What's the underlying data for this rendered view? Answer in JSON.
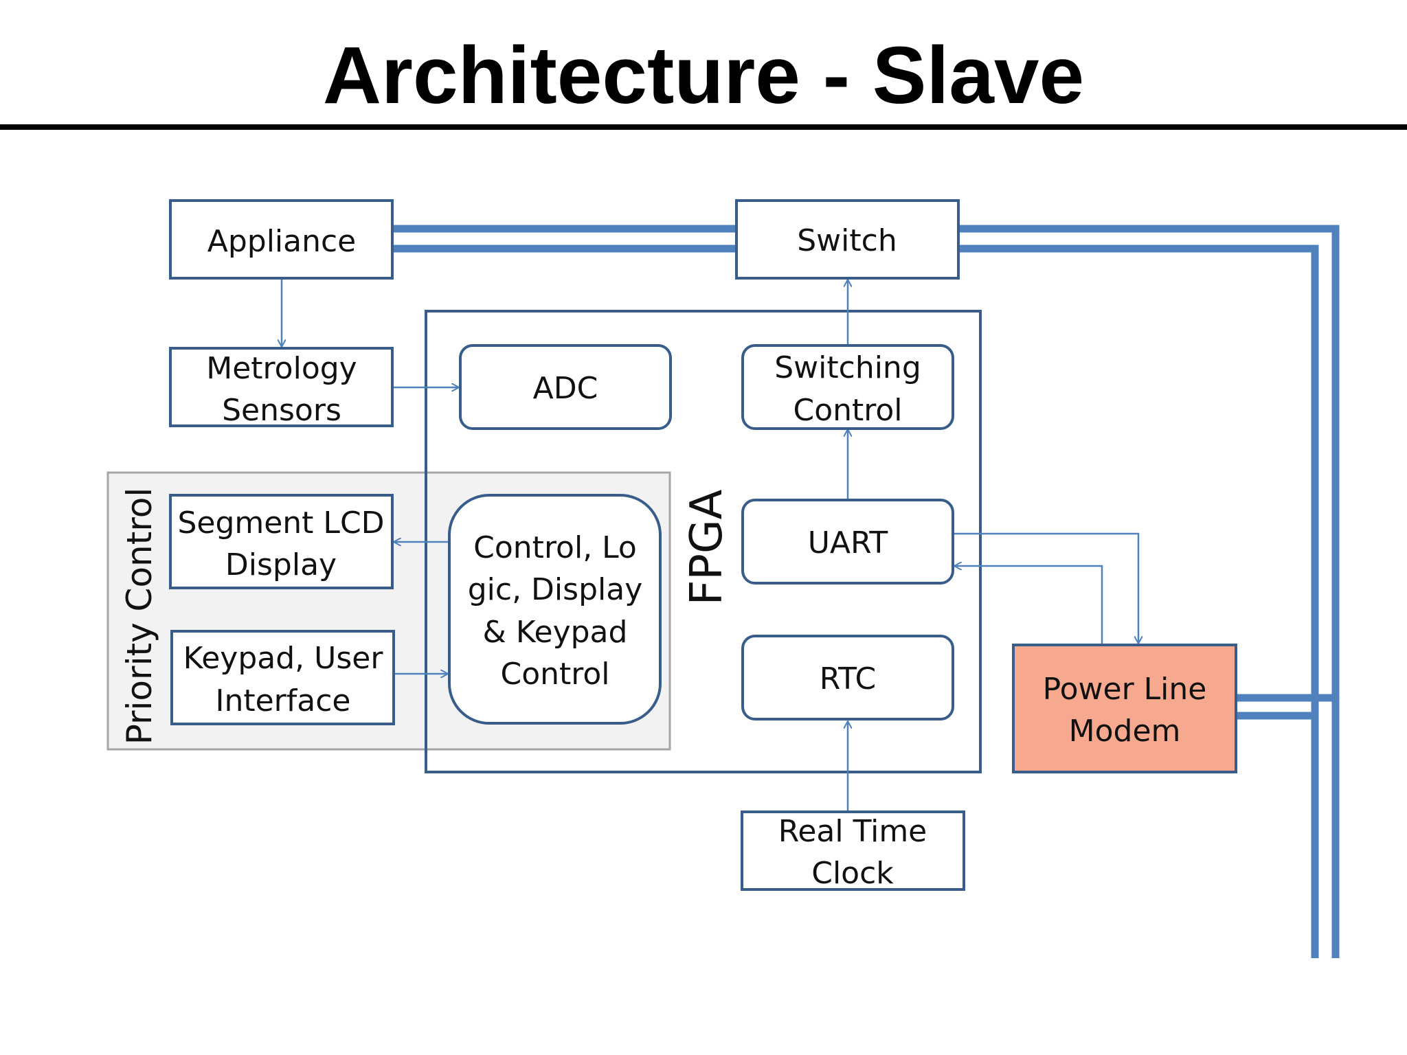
{
  "title": "Architecture - Slave",
  "colors": {
    "bus": "#4f81bd",
    "box_border": "#385d8a",
    "modem_fill": "#f6a98f",
    "group_fill": "#f2f2f2",
    "group_border": "#a6a6a6"
  },
  "blocks": {
    "appliance": "Appliance",
    "switch": "Switch",
    "metrology": [
      "Metrology",
      "Sensors"
    ],
    "adc": "ADC",
    "switching_control": [
      "Switching",
      "Control"
    ],
    "segment_lcd": [
      "Segment LCD",
      "Display"
    ],
    "keypad": [
      "Keypad, User",
      "Interface"
    ],
    "control_logic": [
      "Control, Lo",
      "gic, Display",
      "& Keypad",
      "Control"
    ],
    "uart": "UART",
    "rtc": "RTC",
    "power_line_modem": [
      "Power Line",
      "Modem"
    ],
    "real_time_clock": [
      "Real Time",
      "Clock"
    ]
  },
  "fpga_label": "FPGA",
  "priority_control_label": "Priority Control"
}
